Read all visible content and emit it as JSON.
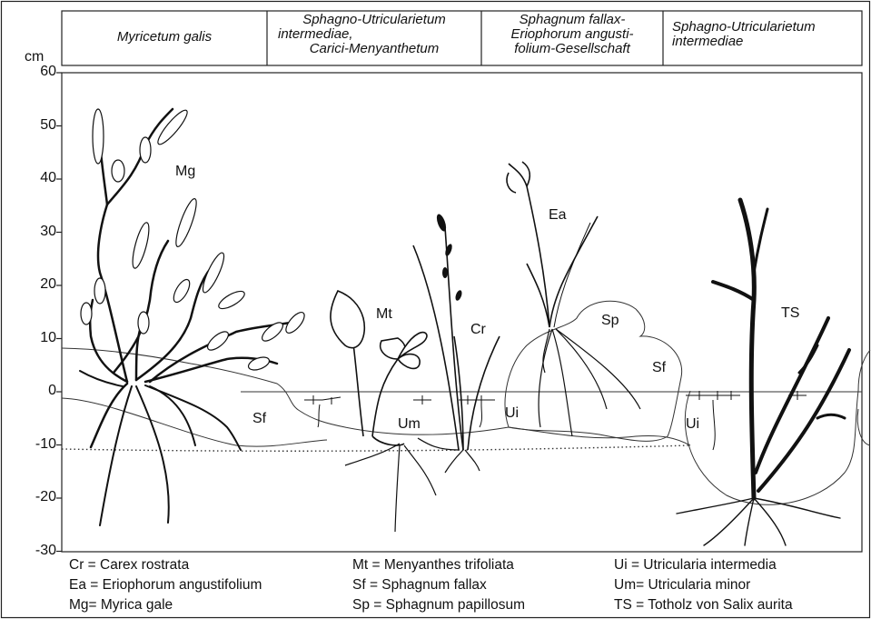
{
  "header": {
    "columns": [
      {
        "lines": [
          "Myricetum galis"
        ]
      },
      {
        "lines": [
          "Sphagno-Utricularietum",
          "intermediae,",
          "Carici-Menyanthetum"
        ]
      },
      {
        "lines": [
          "Sphagnum fallax-",
          "Eriophorum angusti-",
          "folium-Gesellschaft"
        ]
      },
      {
        "lines": [
          "Sphagno-Utricularietum",
          "intermediae"
        ]
      }
    ]
  },
  "axis": {
    "unit": "cm",
    "ticks": [
      "60",
      "50",
      "40",
      "30",
      "20",
      "10",
      "0",
      "-10",
      "-20",
      "-30"
    ]
  },
  "plant_labels": {
    "mg": "Mg",
    "sf_left": "Sf",
    "mt": "Mt",
    "um": "Um",
    "cr": "Cr",
    "ui_mid": "Ui",
    "ea": "Ea",
    "sp": "Sp",
    "sf_right": "Sf",
    "ts": "TS",
    "ui_right": "Ui"
  },
  "legend": {
    "col1": [
      "Cr = Carex rostrata",
      "Ea = Eriophorum angustifolium",
      "Mg= Myrica gale"
    ],
    "col2": [
      "Mt = Menyanthes trifoliata",
      "Sf  = Sphagnum fallax",
      "Sp = Sphagnum papillosum"
    ],
    "col3": [
      "Ui  = Utricularia intermedia",
      "Um= Utricularia minor",
      "TS = Totholz von Salix aurita"
    ]
  }
}
